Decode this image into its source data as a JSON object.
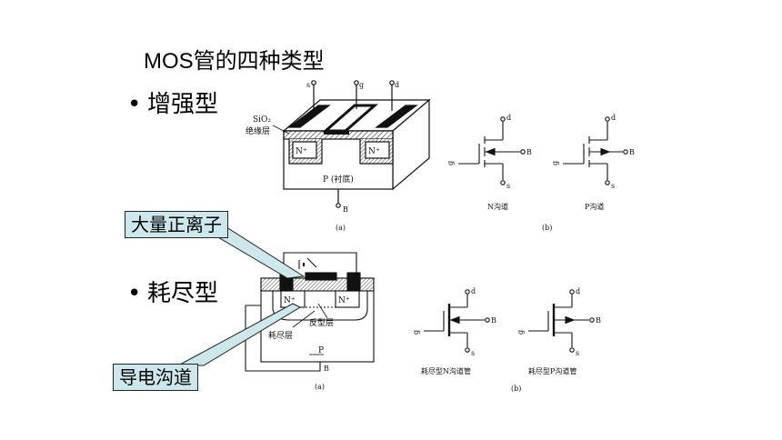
{
  "slide": {
    "title": "MOS管的四种类型",
    "bullets": [
      "增强型",
      "耗尽型"
    ]
  },
  "callouts": {
    "positive_ions": "大量正离子",
    "channel": "导电沟道"
  },
  "enhancement": {
    "terminals": {
      "s": "s",
      "g": "g",
      "d": "d",
      "b": "B"
    },
    "oxide_label_line1": "SiO₂",
    "oxide_label_line2": "绝缘层",
    "n_region": "N⁺",
    "substrate": "P (衬底)",
    "fig_a": "(a)",
    "fig_b": "(b)",
    "n_channel_caption": "N沟道",
    "p_channel_caption": "P沟道"
  },
  "depletion": {
    "n_region": "N⁺",
    "inversion_layer": "反型层",
    "depletion_layer": "耗尽层",
    "p_label": "P",
    "b_label": "B",
    "fig_a": "(a)",
    "fig_b": "(b)",
    "n_channel_caption": "耗尽型N沟道管",
    "p_channel_caption": "耗尽型P沟道管"
  },
  "symbols": {
    "d": "d",
    "g": "g",
    "s": "s",
    "b": "B"
  }
}
